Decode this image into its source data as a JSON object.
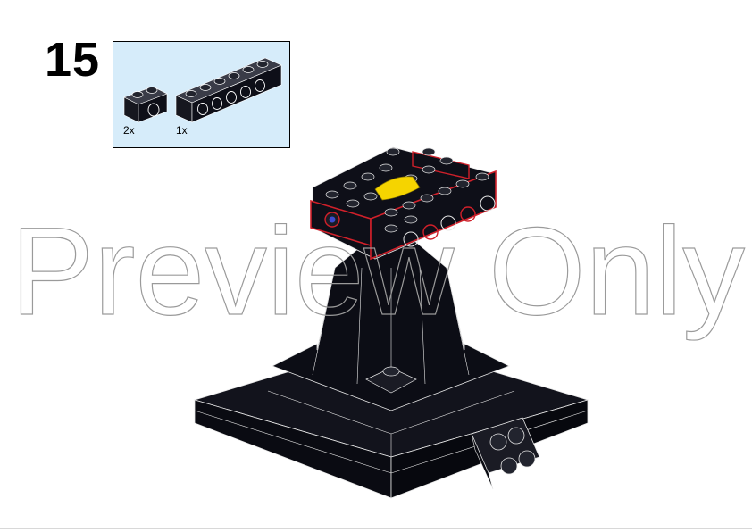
{
  "step": {
    "number": "15"
  },
  "parts": [
    {
      "qty": "2x",
      "icon": "technic-brick-1x2-icon"
    },
    {
      "qty": "1x",
      "icon": "technic-brick-1x6-icon"
    }
  ],
  "watermark": {
    "text": "Preview Only"
  },
  "colors": {
    "parts_box_bg": "#d6ecfa",
    "brick_black": "#0e0f18",
    "highlight_red": "#d0202a",
    "accent_yellow": "#f5d400"
  }
}
